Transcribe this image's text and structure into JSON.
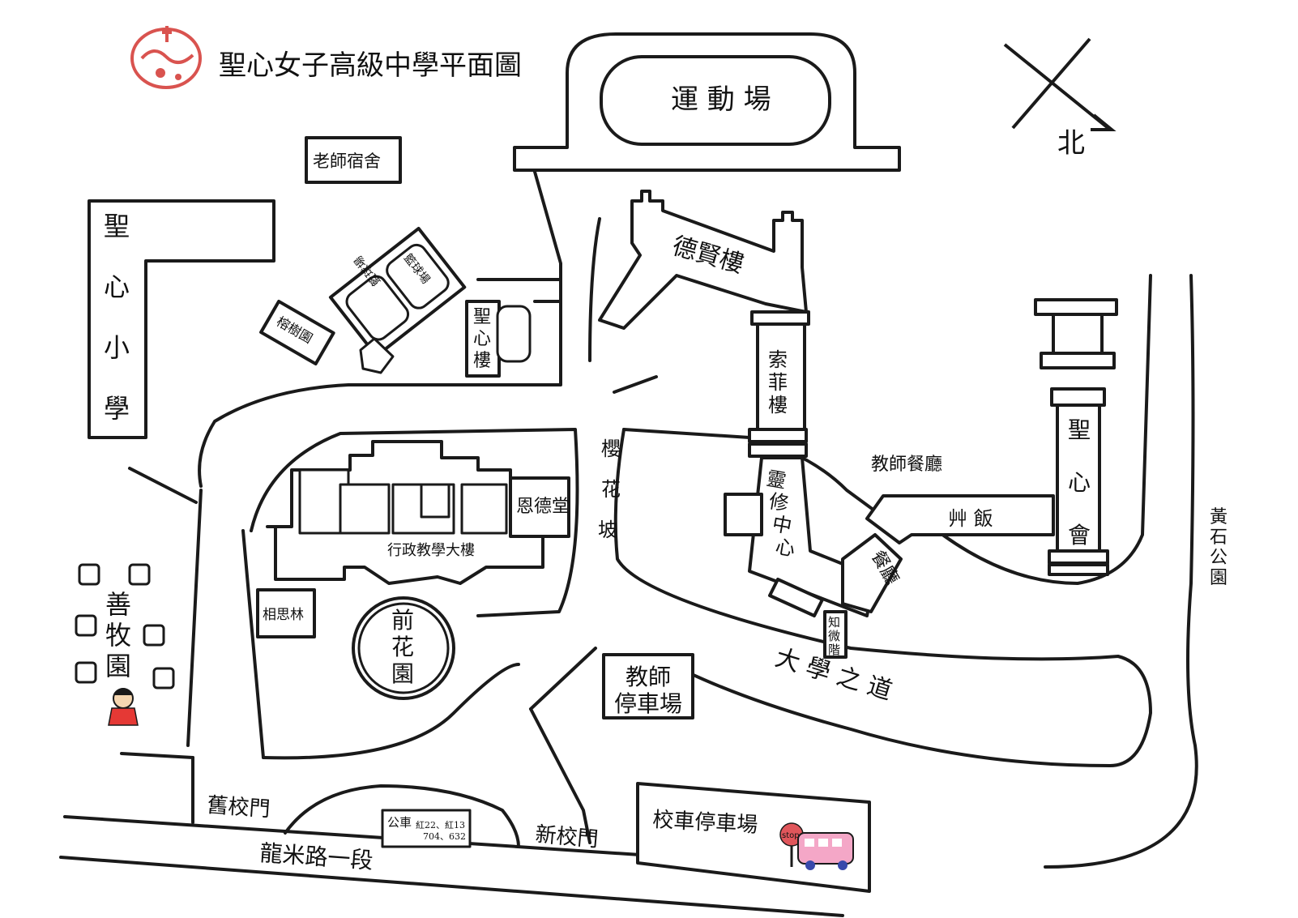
{
  "title": "聖心女子高級中學平面圖",
  "colors": {
    "ink": "#1a1a1a",
    "logo": "#d9534f",
    "bus_text": "#1f3fbf",
    "route_text": "#c62828",
    "bus_body": "#f4a7c7",
    "stop_sign": "#e0565b"
  },
  "compass": {
    "north": "北"
  },
  "buildings": {
    "playground": "運 動 場",
    "teacher_dorm": "老師宿舍",
    "primary_school": [
      "聖",
      "心",
      "小",
      "學"
    ],
    "basketball_1": "籃球場",
    "basketball_2": "籃球場",
    "banyan_garden": "榕樹園",
    "sheng_xin_lou": [
      "聖",
      "心",
      "樓"
    ],
    "de_xian_lou": "德賢樓",
    "suo_fei_lou": [
      "索",
      "菲",
      "樓"
    ],
    "ling_xiu_center": [
      "靈",
      "修",
      "中",
      "心"
    ],
    "canteen": "餐廳",
    "zhi_wei_jie": [
      "知",
      "微",
      "階"
    ],
    "teacher_dining": "教師餐廳",
    "jian_fan": "艸 飯",
    "sheng_xin_hui": [
      "聖",
      "心",
      "會"
    ],
    "huang_shi_park": [
      "黃",
      "石",
      "公",
      "園"
    ],
    "sakura_slope": [
      "櫻",
      "花",
      "坡"
    ],
    "en_de_tang": "恩德堂",
    "admin_building": "行政教學大樓",
    "xiang_si_lin": "相思林",
    "front_garden": [
      "前",
      "花",
      "園"
    ],
    "shan_mu_yuan": [
      "善",
      "牧",
      "園"
    ],
    "teacher_parking": [
      "教師",
      "停車場"
    ],
    "university_road": "大 學 之 道",
    "old_gate": "舊校門",
    "new_gate": "新校門",
    "bus_parking": "校車停車場",
    "longmi_road": "龍米路一段"
  },
  "bus_stop": {
    "label": "公車",
    "routes_line1": "紅22、紅13",
    "routes_line2": "704、632",
    "sign": "stop"
  },
  "icons": [
    "logo-icon",
    "girl-icon",
    "bus-icon",
    "stop-sign-icon",
    "compass-icon"
  ]
}
